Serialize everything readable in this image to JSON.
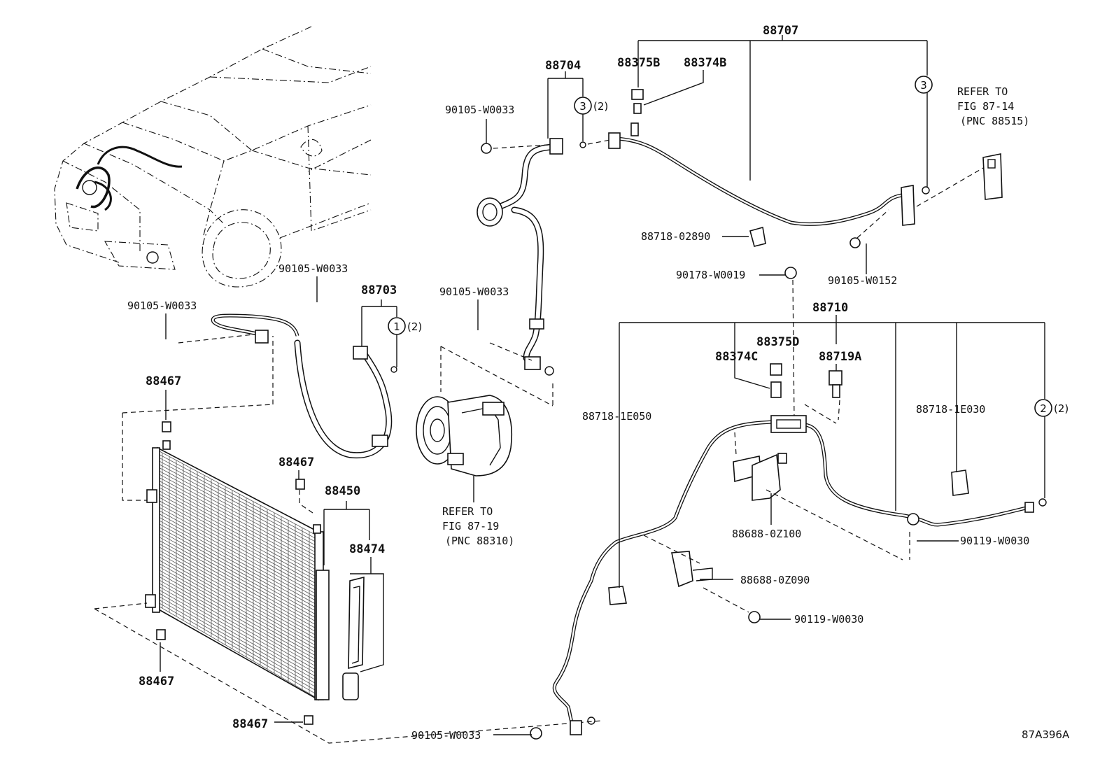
{
  "diagram_code": "87A396A",
  "labels": {
    "p88707": "88707",
    "p88704": "88704",
    "p88375B": "88375B",
    "p88374B": "88374B",
    "p90105_top": "90105-W0033",
    "refer_8714_a": "REFER TO",
    "refer_8714_b": "FIG 87-14",
    "refer_8714_c": "(PNC 88515)",
    "p88718_02890": "88718-02890",
    "p90105_w0152": "90105-W0152",
    "p90178": "90178-W0019",
    "p90105_mid": "90105-W0033",
    "p88703": "88703",
    "p90105_left": "90105-W0033",
    "p90105_comp": "90105-W0033",
    "p88710": "88710",
    "p88375D": "88375D",
    "p88374C": "88374C",
    "p88719A": "88719A",
    "p88718_1E050": "88718-1E050",
    "p88718_1E030": "88718-1E030",
    "p88467_a": "88467",
    "p88467_b": "88467",
    "p88467_c": "88467",
    "p88467_d": "88467",
    "p88450": "88450",
    "p88474": "88474",
    "refer_8719_a": "REFER TO",
    "refer_8719_b": "FIG 87-19",
    "refer_8719_c": "(PNC 88310)",
    "p88688_0Z100": "88688-0Z100",
    "p90119_right": "90119-W0030",
    "p88688_0Z090": "88688-0Z090",
    "p90119_bottom": "90119-W0030",
    "p90105_bottom": "90105-W0033"
  },
  "circles": {
    "c3a": "3",
    "c3a_qty": "(2)",
    "c3b": "3",
    "c1": "1",
    "c1_qty": "(2)",
    "c2": "2",
    "c2_qty": "(2)"
  }
}
